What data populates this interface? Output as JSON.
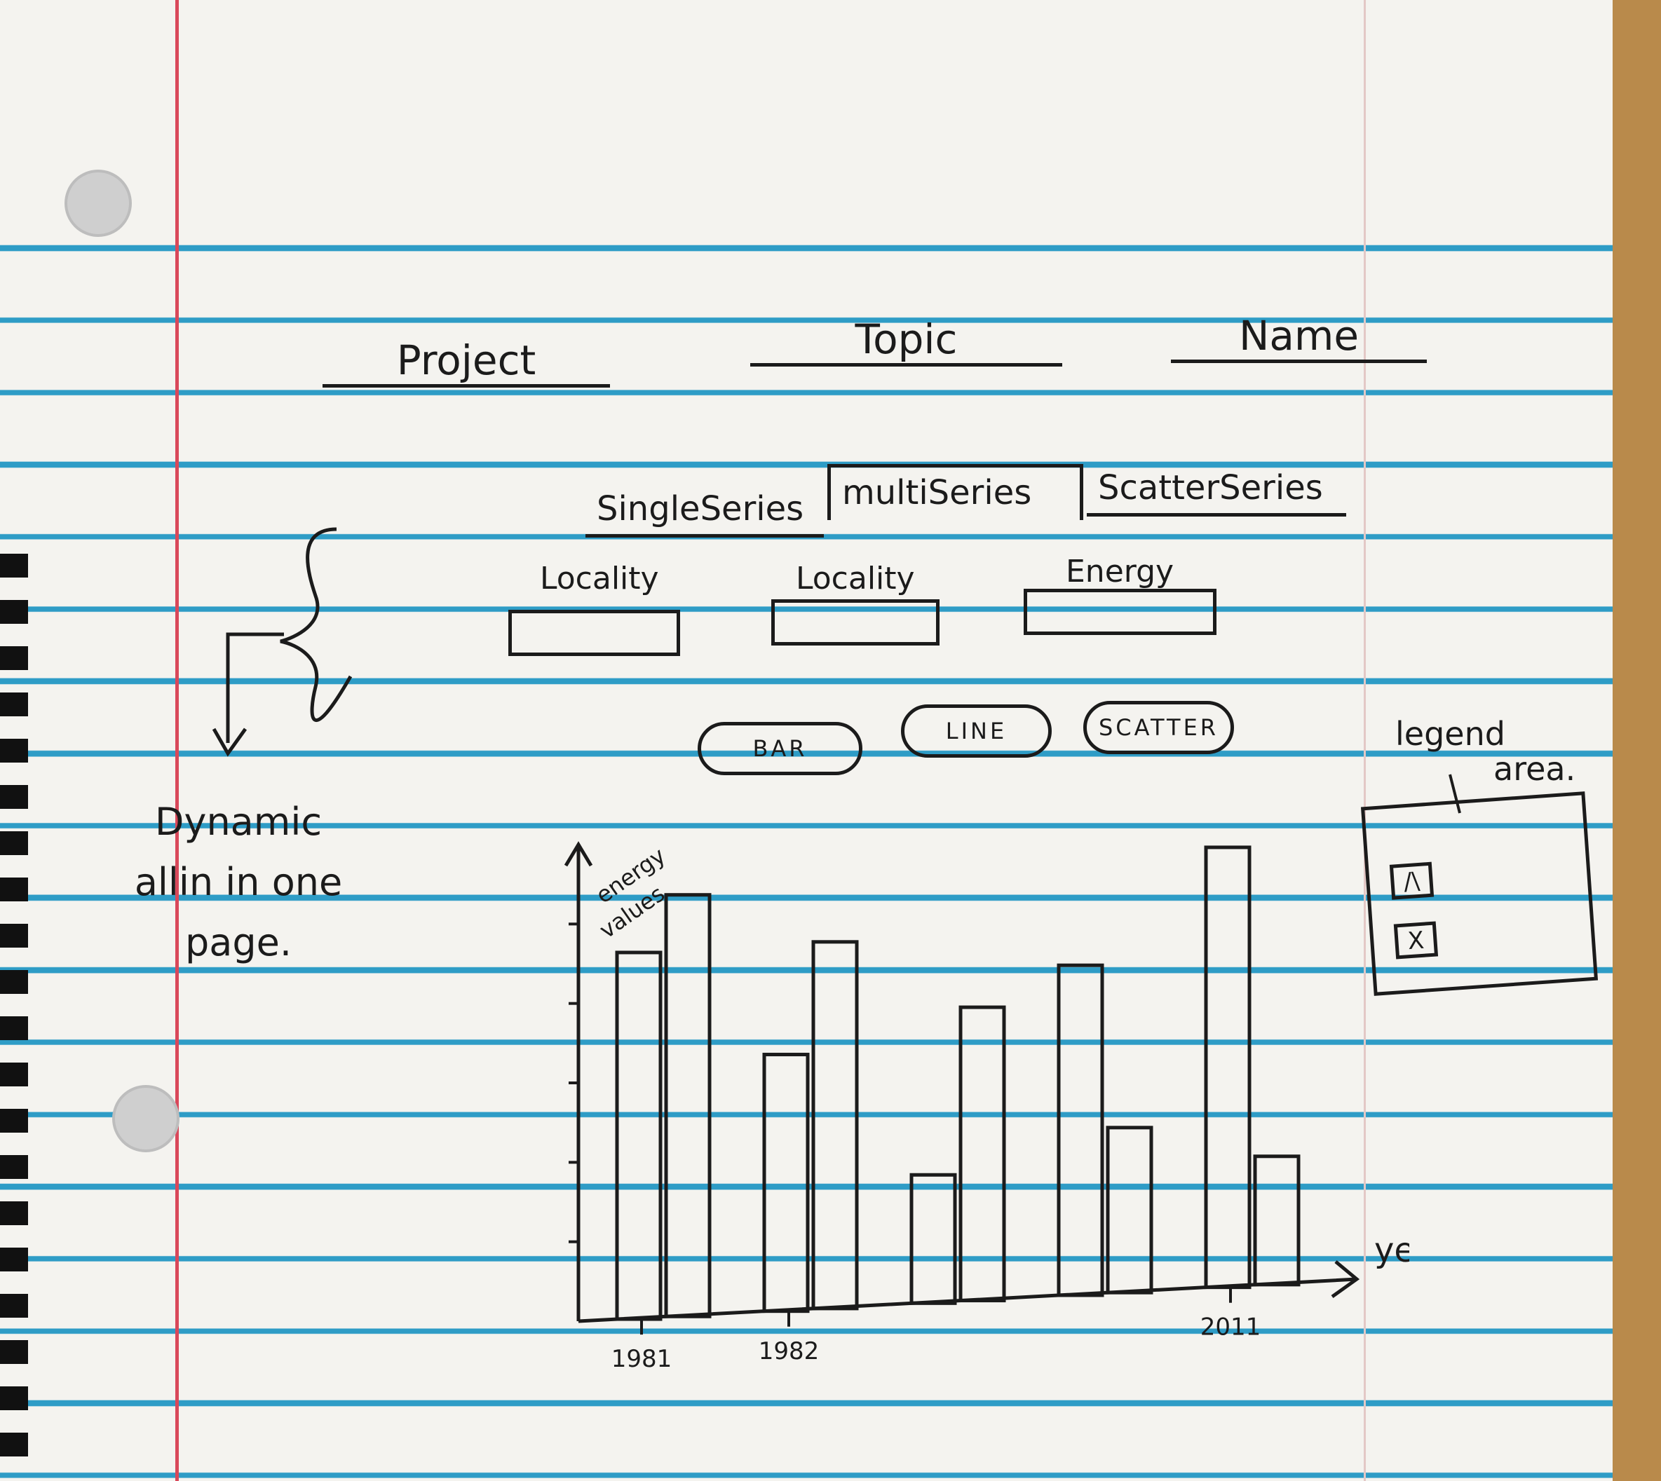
{
  "header": {
    "project_label": "Project",
    "topic_label": "Topic",
    "name_label": "Name"
  },
  "tabs": [
    {
      "label": "SingleSeries"
    },
    {
      "label": "multiSeries"
    },
    {
      "label": "ScatterSeries"
    }
  ],
  "inputs": [
    {
      "label": "Locality",
      "value": ""
    },
    {
      "label": "Locality",
      "value": ""
    },
    {
      "label": "Energy",
      "value": ""
    }
  ],
  "chart_buttons": {
    "bar": "BAR",
    "line": "LINE",
    "scatter": "SCATTER"
  },
  "side_note": {
    "line1": "Dynamic",
    "line2": "allin in one",
    "line3": "page."
  },
  "legend": {
    "caption_line1": "legend",
    "caption_line2": "area.",
    "item1": "/\\",
    "item2": "X"
  },
  "chart_data": {
    "type": "bar",
    "xlabel": "years",
    "ylabel_line1": "energy",
    "ylabel_line2": "values",
    "tick_labels": [
      "1981",
      "1982",
      "2011"
    ],
    "groups": [
      {
        "values": [
          10,
          11.5
        ]
      },
      {
        "values": [
          7,
          10
        ]
      },
      {
        "values": [
          3.5,
          8
        ]
      },
      {
        "values": [
          9,
          4.5
        ]
      },
      {
        "values": [
          12,
          3.5
        ]
      }
    ],
    "ylim": [
      0,
      13
    ]
  }
}
